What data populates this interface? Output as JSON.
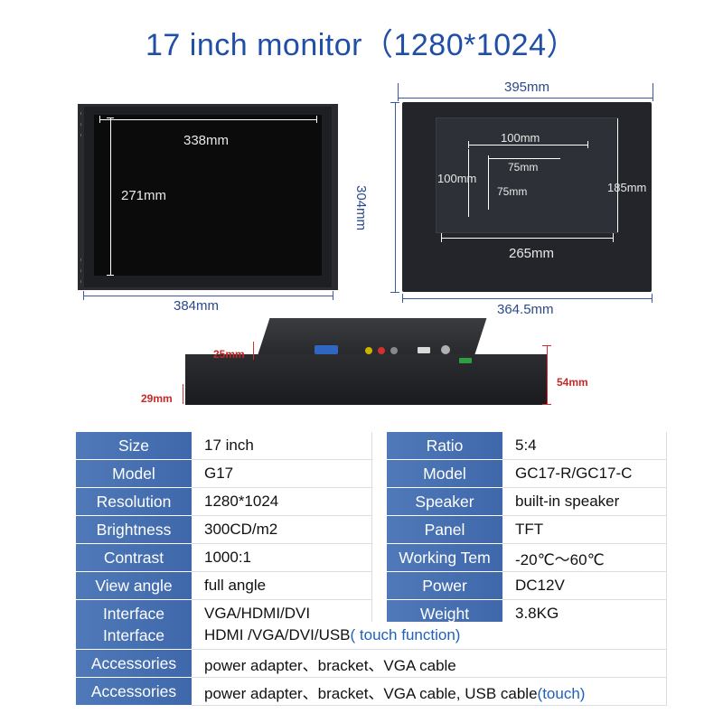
{
  "title": {
    "main": "17 inch monitor",
    "resolution": "（1280*1024）"
  },
  "front": {
    "width": "338mm",
    "height": "271mm",
    "outer_width": "384mm"
  },
  "back": {
    "outer_width": "395mm",
    "outer_height": "304mm",
    "bottom_width": "364.5mm",
    "holes_width": "265mm",
    "panel_height": "185mm",
    "vesa_100_h": "100mm",
    "vesa_100_v": "100mm",
    "vesa_75_h": "75mm",
    "vesa_75_v": "75mm"
  },
  "side": {
    "box_depth": "25mm",
    "panel_depth": "29mm",
    "total_depth": "54mm"
  },
  "specs_left": [
    {
      "label": "Size",
      "value": "17 inch"
    },
    {
      "label": "Model",
      "value": "G17"
    },
    {
      "label": "Resolution",
      "value": "1280*1024"
    },
    {
      "label": "Brightness",
      "value": "300CD/m2"
    },
    {
      "label": "Contrast",
      "value": "1000:1"
    },
    {
      "label": "View angle",
      "value": "full angle"
    },
    {
      "label": "Interface",
      "value": "VGA/HDMI/DVI"
    }
  ],
  "specs_right": [
    {
      "label": "Ratio",
      "value": "5:4"
    },
    {
      "label": "Model",
      "value": "GC17-R/GC17-C"
    },
    {
      "label": "Speaker",
      "value": "built-in speaker"
    },
    {
      "label": "Panel",
      "value": "TFT"
    },
    {
      "label": "Working Tem",
      "value": "-20℃～60℃"
    },
    {
      "label": "Power",
      "value": "DC12V"
    },
    {
      "label": "Weight",
      "value": "3.8KG"
    }
  ],
  "specs_full": [
    {
      "label": "Interface",
      "value": "HDMI /VGA/DVI/USB",
      "touch": "( touch function)"
    },
    {
      "label": "Accessories",
      "value": "power adapter、bracket、VGA cable",
      "touch": ""
    },
    {
      "label": "Accessories",
      "value": "power adapter、bracket、VGA  cable, USB cable",
      "touch": "(touch)"
    }
  ]
}
